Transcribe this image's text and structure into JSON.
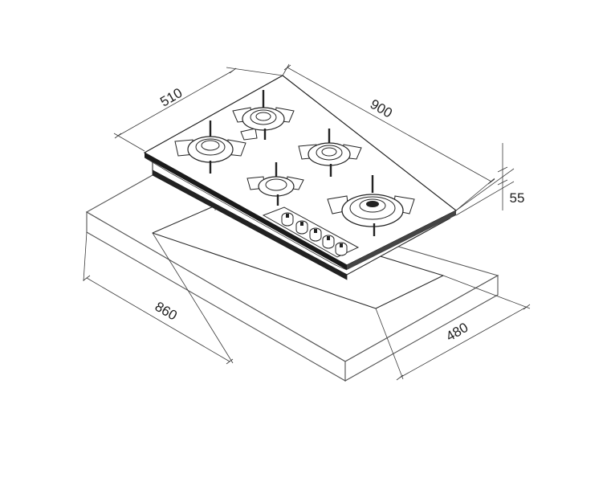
{
  "dimensions": {
    "hob_depth": "510",
    "hob_width": "900",
    "hob_height": "55",
    "cutout_width": "860",
    "cutout_depth": "480"
  },
  "colors": {
    "line": "#2a2a2a",
    "background": "#ffffff"
  }
}
